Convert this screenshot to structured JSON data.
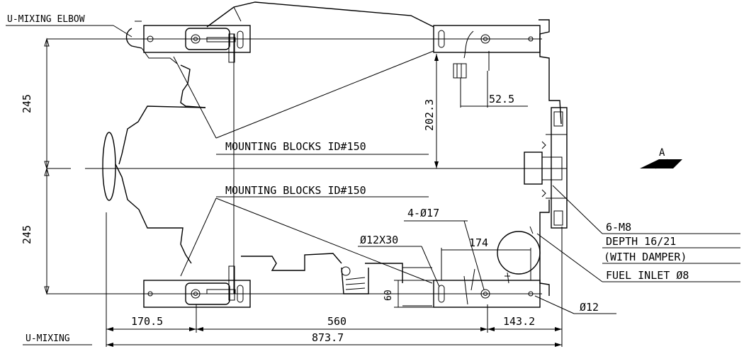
{
  "labels": {
    "u_mixing_elbow": "U-MIXING ELBOW",
    "u_mixing": "U-MIXING",
    "mounting_blocks_top": "MOUNTING BLOCKS ID#150",
    "mounting_blocks_bottom": "MOUNTING BLOCKS ID#150",
    "view_a": "A",
    "holes_4": "4-Ø17",
    "slot": "Ø12X30",
    "thread": "6-M8",
    "depth": "DEPTH 16/21",
    "damper": "(WITH DAMPER)",
    "fuel_inlet": "FUEL INLET Ø8",
    "hole_12": "Ø12"
  },
  "dimensions": {
    "height_upper": "245",
    "height_lower": "245",
    "height_202": "202.3",
    "width_52": "52.5",
    "width_174": "174",
    "height_60": "60",
    "width_170": "170.5",
    "width_560": "560",
    "width_143": "143.2",
    "width_total": "873.7"
  }
}
